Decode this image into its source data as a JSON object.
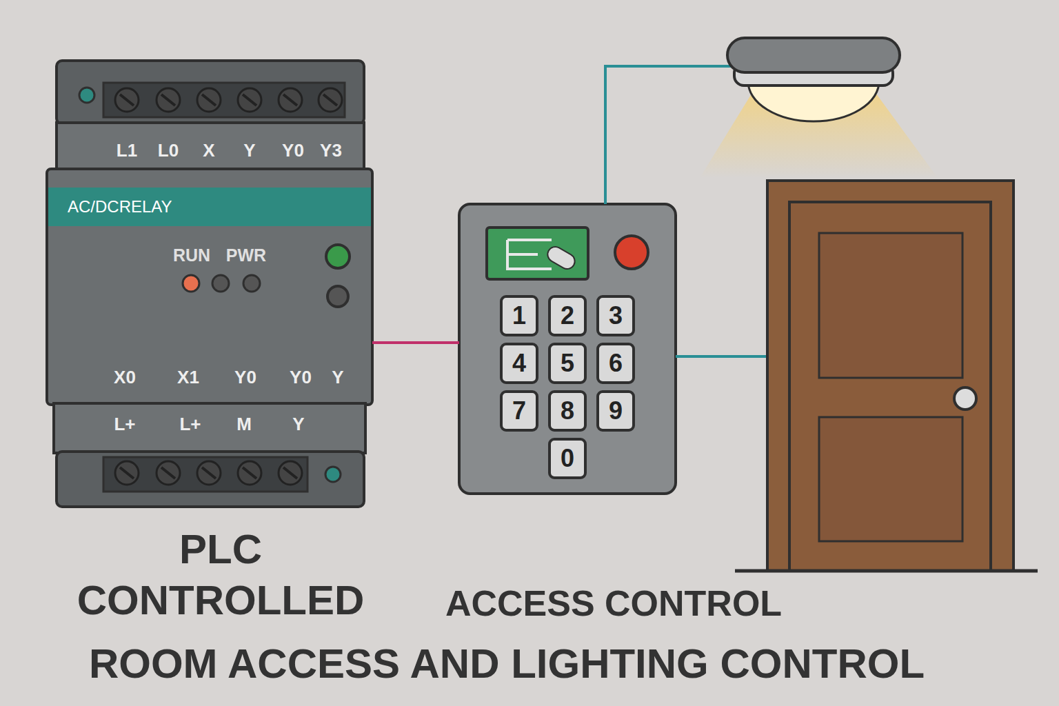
{
  "diagram": {
    "title": "ROOM ACCESS AND LIGHTING CONTROL",
    "nodes": [
      {
        "text": [
          "AC/DCRELAY",
          "PLC CONTROLLED"
        ]
      },
      {
        "text": [
          "ACCESS CONTROL"
        ]
      },
      {
        "text": [
          "1"
        ],
        "in": 1
      },
      {
        "text": [
          "2"
        ],
        "in": 1
      },
      {
        "text": [
          "3"
        ],
        "in": 1
      },
      {
        "text": [
          "4"
        ],
        "in": 1
      },
      {
        "text": [
          "5"
        ],
        "in": 1
      },
      {
        "text": [
          "6"
        ],
        "in": 1
      },
      {
        "text": [
          "7"
        ],
        "in": 1
      },
      {
        "text": [
          "8"
        ],
        "in": 1
      },
      {
        "text": [
          "9"
        ],
        "in": 1
      },
      {
        "text": [
          "0"
        ],
        "in": 1
      }
    ],
    "edges": [
      {
        "from": 0,
        "to": 1,
        "arrow": "none"
      }
    ],
    "labels": [
      "L1",
      "L0",
      "X",
      "Y",
      "Y0",
      "Y3",
      "RUN",
      "PWR",
      "X0",
      "X1",
      "Y0",
      "Y0",
      "Y",
      "L+",
      "L+",
      "M",
      "Y"
    ]
  }
}
